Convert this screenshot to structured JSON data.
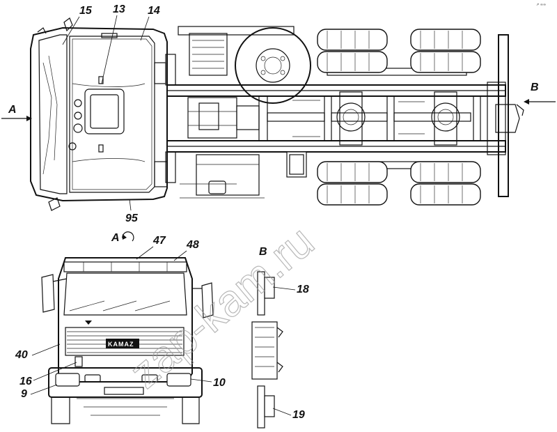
{
  "views": {
    "top_view_label": "A",
    "front_view_label": "A",
    "rear_view_label": "B"
  },
  "callouts": {
    "c13": "13",
    "c14": "14",
    "c15": "15",
    "c95": "95",
    "c47": "47",
    "c48": "48",
    "c40": "40",
    "c16": "16",
    "c9": "9",
    "c10": "10",
    "c18": "18",
    "c19": "19"
  },
  "view_labels": {
    "A_left": "A",
    "B_right": "B",
    "A_front": "A",
    "B_side": "B"
  },
  "grille_badge": "KAMAZ",
  "cab_model_badge": "",
  "watermark": "zap-kam.ru",
  "corner_mark": "↗ ∞∞"
}
